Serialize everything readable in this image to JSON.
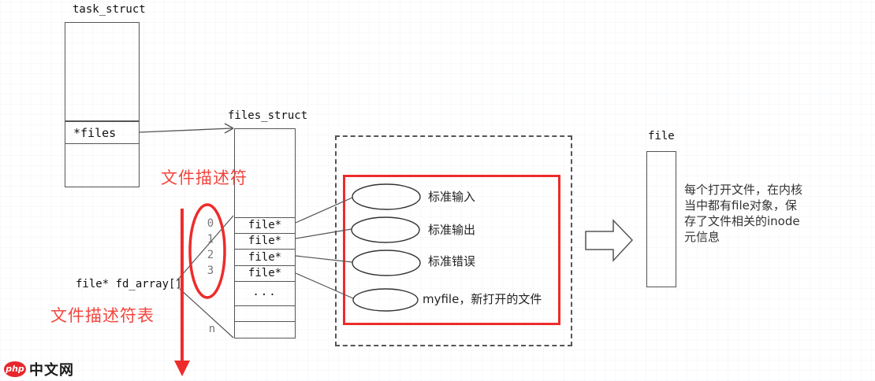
{
  "colors": {
    "highlight_red": "#ee2b2b",
    "annotation_red": "#f2453d",
    "logo_red": "#e8272c",
    "line_gray": "#555555"
  },
  "task_struct": {
    "title": "task_struct",
    "files_field": "*files"
  },
  "files_struct": {
    "title": "files_struct",
    "rows": [
      "file*",
      "file*",
      "file*",
      "file*",
      "...",
      "",
      ""
    ],
    "indices": [
      "0",
      "1",
      "2",
      "3"
    ],
    "last_index": "n",
    "fd_array_label": "file* fd_array[]"
  },
  "annotations": {
    "fd_descriptor": "文件描述符",
    "fd_table": "文件描述符表"
  },
  "open_files": [
    {
      "label": "标准输入"
    },
    {
      "label": "标准输出"
    },
    {
      "label": "标准错误"
    },
    {
      "label": "myfile，新打开的文件"
    }
  ],
  "file_object": {
    "title": "file",
    "note_lines": [
      "每个打开文件，在内核",
      "当中都有file对象，保",
      "存了文件相关的inode",
      "元信息"
    ]
  },
  "logo": {
    "badge": "php",
    "text": "中文网"
  }
}
